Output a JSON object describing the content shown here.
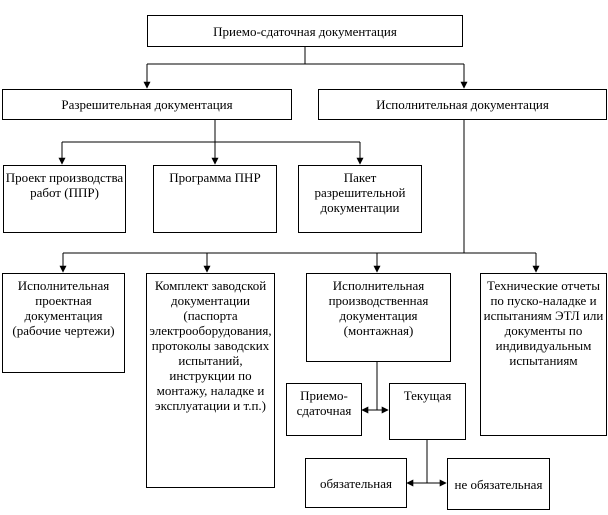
{
  "nodes": {
    "root": "Приемо-сдаточная  документация",
    "permit": "Разрешительная  документация",
    "exec": "Исполнительная  документация",
    "ppr": "Проект производства работ  (ППР)",
    "pnr": "Программа ПНР",
    "packet": "Пакет разрешительной документации",
    "proj": "Исполнительная проектная документация (рабочие чертежи)",
    "factory": "Комплект заводской документации (паспорта электрооборудования, протоколы заводских испытаний, инструкции по монтажу, наладке и эксплуатации и т.п.)",
    "prod": "Исполнительная производственная документация (монтажная)",
    "tech": "Технические отчеты  по пуско-наладке и испытаниям  ЭТЛ или документы по индивидуальным испытаниям",
    "accept": "Приемо-сдаточная",
    "current": "Текущая",
    "mandatory": "обязательная",
    "optional": "не обязательная"
  },
  "colors": {
    "line": "#000000",
    "fill": "#ffffff",
    "text": "#000000"
  }
}
